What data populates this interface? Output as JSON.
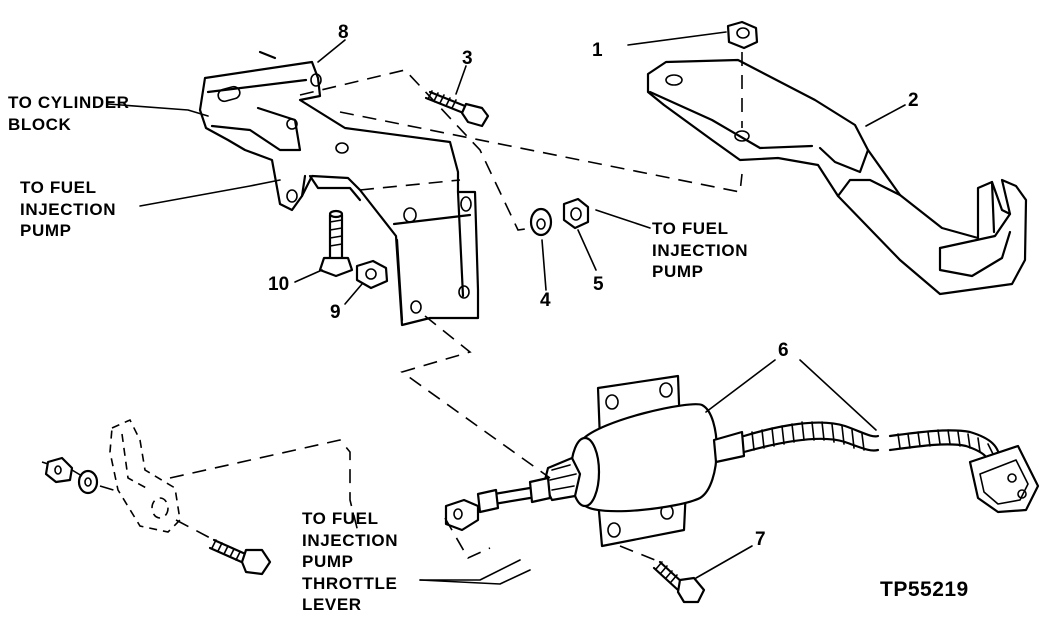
{
  "labels": {
    "to_cylinder_block": [
      "TO CYLINDER",
      "BLOCK"
    ],
    "to_fuel_pump_left": [
      "TO FUEL",
      "INJECTION",
      "PUMP"
    ],
    "to_fuel_pump_right": [
      "TO FUEL",
      "INJECTION",
      "PUMP"
    ],
    "throttle_lever": [
      "TO FUEL",
      "INJECTION",
      "PUMP",
      "THROTTLE",
      "LEVER"
    ]
  },
  "callouts": [
    "1",
    "2",
    "3",
    "4",
    "5",
    "6",
    "7",
    "8",
    "9",
    "10"
  ],
  "figure_id": "TP55219"
}
